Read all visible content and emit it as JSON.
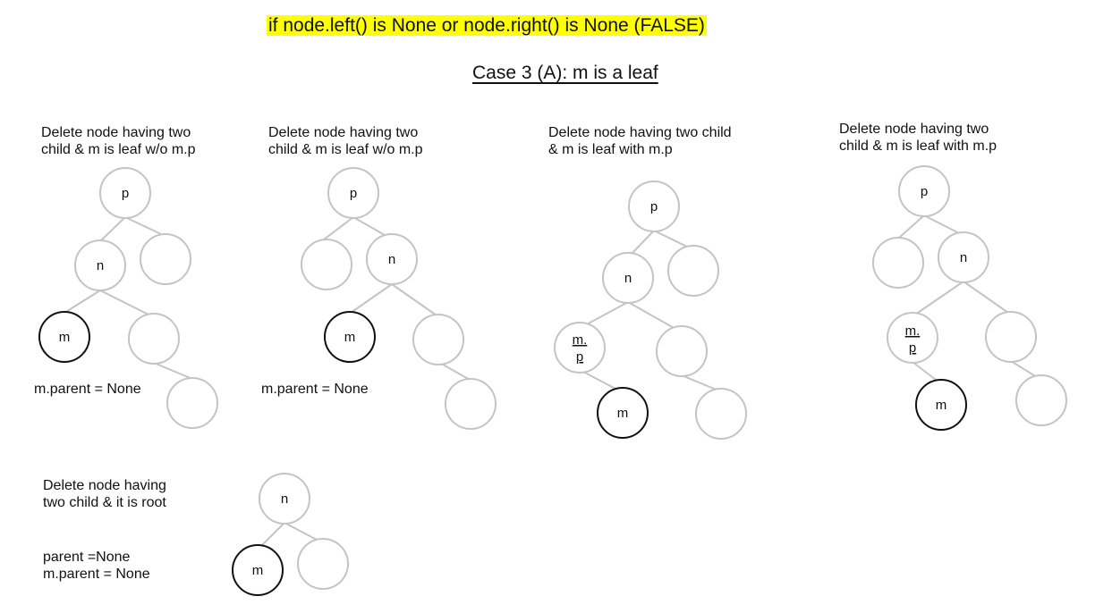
{
  "header": {
    "condition": "if node.left() is None or node.right() is None (FALSE)",
    "case_title": "Case 3 (A): m is a leaf"
  },
  "panels": [
    {
      "caption_line1": "Delete node having two",
      "caption_line2": "child & m is leaf w/o m.p",
      "note": "m.parent = None",
      "nodes": [
        "p",
        "n",
        "",
        "m",
        "",
        ""
      ]
    },
    {
      "caption_line1": "Delete node having two",
      "caption_line2": "child & m is leaf w/o m.p",
      "note": "m.parent = None",
      "nodes": [
        "p",
        "",
        "n",
        "m",
        "",
        ""
      ]
    },
    {
      "caption_line1": "Delete node having two child",
      "caption_line2": "& m is leaf with m.p",
      "nodes": [
        "p",
        "n",
        "",
        "m.",
        "p",
        "",
        "m",
        ""
      ]
    },
    {
      "caption_line1": "Delete node having two",
      "caption_line2": "child & m is leaf with m.p",
      "nodes": [
        "p",
        "",
        "n",
        "m.",
        "p",
        "",
        "m",
        ""
      ]
    },
    {
      "caption_line1": "Delete node having",
      "caption_line2": "two child & it is root",
      "note_line1": "parent =None",
      "note_line2": "m.parent = None",
      "nodes": [
        "n",
        "m",
        ""
      ]
    }
  ],
  "colors": {
    "highlight": "#ffff00",
    "edge": "#c4c4c4",
    "focus_node": "#111111",
    "spellcheck": "#e02020"
  }
}
